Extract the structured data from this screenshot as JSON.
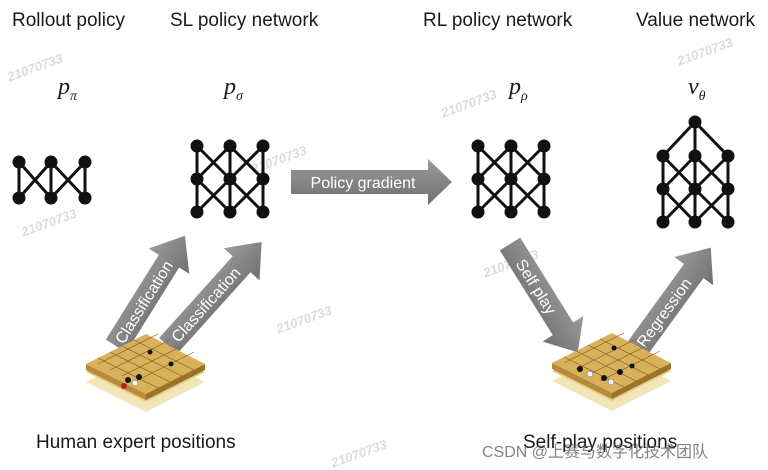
{
  "labels": {
    "rollout": "Rollout policy",
    "sl": "SL policy network",
    "rl": "RL policy network",
    "value": "Value network",
    "human": "Human expert positions",
    "selfplay": "Self-play positions"
  },
  "symbols": {
    "rollout": {
      "base": "p",
      "sub": "π"
    },
    "sl": {
      "base": "p",
      "sub": "σ"
    },
    "rl": {
      "base": "p",
      "sub": "ρ"
    },
    "value": {
      "base": "v",
      "sub": "θ"
    }
  },
  "arrows": {
    "policy_gradient": "Policy gradient",
    "classification_left": "Classification",
    "classification_right": "Classification",
    "self_play": "Self play",
    "regression": "Regression"
  },
  "watermarks": [
    "21070733",
    "21070733",
    "21070733",
    "21070733",
    "21070733",
    "21070733",
    "21070733",
    "21070733"
  ],
  "credit": "CSDN @上赛与数字化技术团队"
}
